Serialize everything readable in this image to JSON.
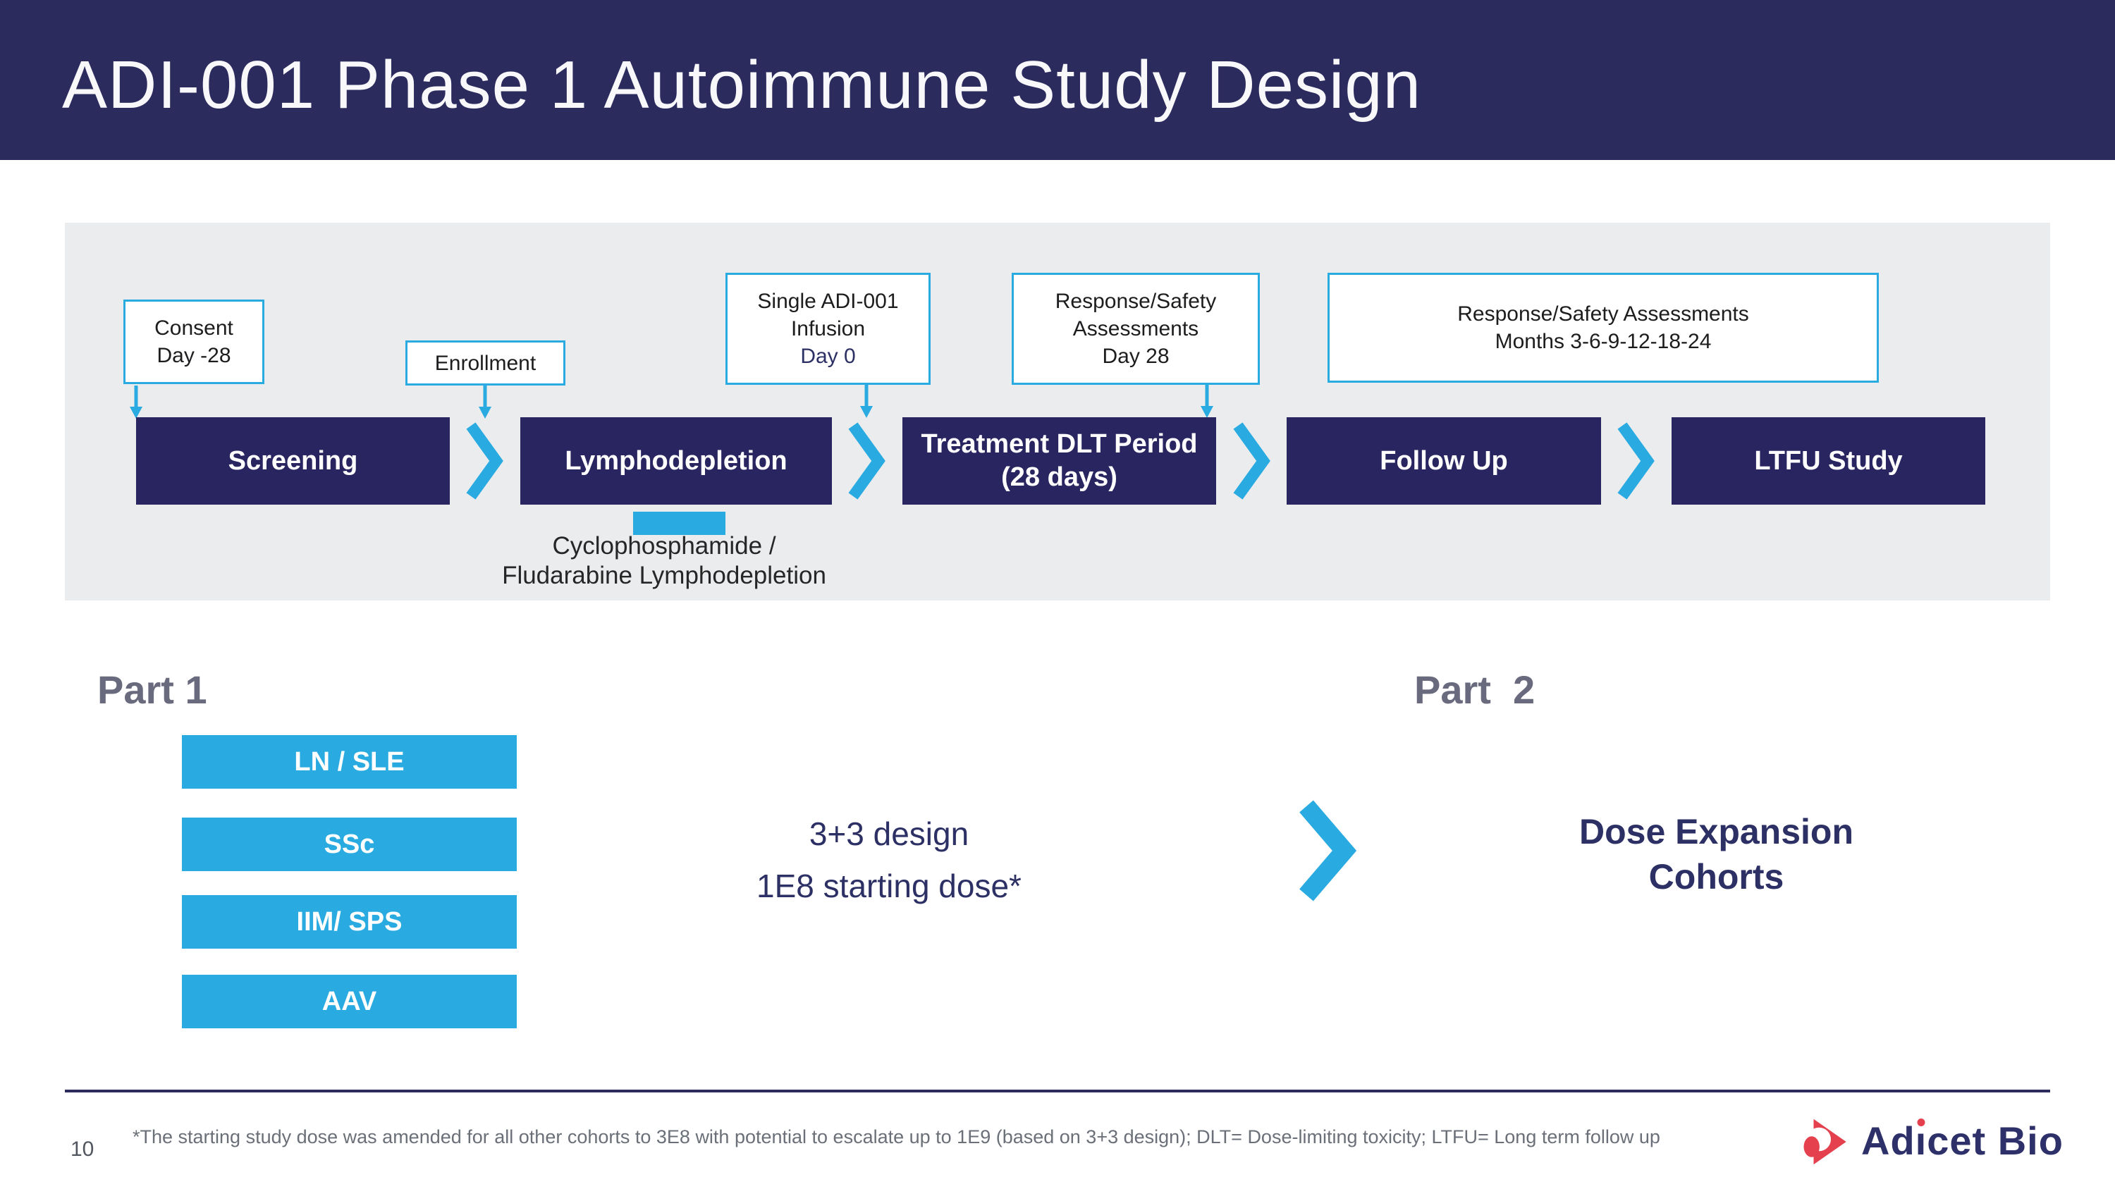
{
  "slide": {
    "title": "ADI-001 Phase 1 Autoimmune Study Design"
  },
  "timeline": {
    "callouts": [
      {
        "lines": [
          "Consent",
          "Day -28"
        ]
      },
      {
        "lines": [
          "Enrollment"
        ]
      },
      {
        "lines": [
          "Single ADI-001",
          "Infusion",
          "Day 0"
        ]
      },
      {
        "lines": [
          "Response/Safety",
          "Assessments",
          "Day 28"
        ]
      },
      {
        "lines": [
          "Response/Safety Assessments",
          "Months 3-6-9-12-18-24"
        ]
      }
    ],
    "stages": [
      {
        "lines": [
          "Screening"
        ]
      },
      {
        "lines": [
          "Lymphodepletion"
        ]
      },
      {
        "lines": [
          "Treatment DLT Period",
          "(28 days)"
        ]
      },
      {
        "lines": [
          "Follow Up"
        ]
      },
      {
        "lines": [
          "LTFU Study"
        ]
      }
    ],
    "lymphodepletion_note": {
      "lines": [
        "Cyclophosphamide /",
        "Fludarabine Lymphodepletion"
      ]
    }
  },
  "part1": {
    "heading": "Part 1",
    "cohorts": [
      "LN / SLE",
      "SSc",
      "IIM/ SPS",
      "AAV"
    ],
    "design_note": {
      "lines": [
        "3+3 design",
        "1E8 starting dose*"
      ]
    }
  },
  "part2": {
    "heading": "Part  2",
    "label": {
      "lines": [
        "Dose Expansion",
        "Cohorts"
      ]
    }
  },
  "footer": {
    "page_number": "10",
    "footnote": "*The starting study dose was amended for all other cohorts to 3E8 with potential to escalate up to 1E9 (based on 3+3 design); DLT= Dose-limiting toxicity; LTFU= Long term follow up",
    "logo": {
      "prefix": "Ad",
      "i_char": "ı",
      "suffix": "cet Bio",
      "full_name": "Adicet Bio"
    }
  },
  "colors": {
    "header_navy": "#2C2B5E",
    "stage_navy": "#282560",
    "accent_blue": "#29ABE2",
    "panel_gray": "#EBECEE",
    "navy_text": "#2D3064",
    "part_heading_gray": "#6A6A7E",
    "footnote_gray": "#6B7078",
    "logo_red": "#E4404E",
    "logo_navy": "#2E3169"
  }
}
